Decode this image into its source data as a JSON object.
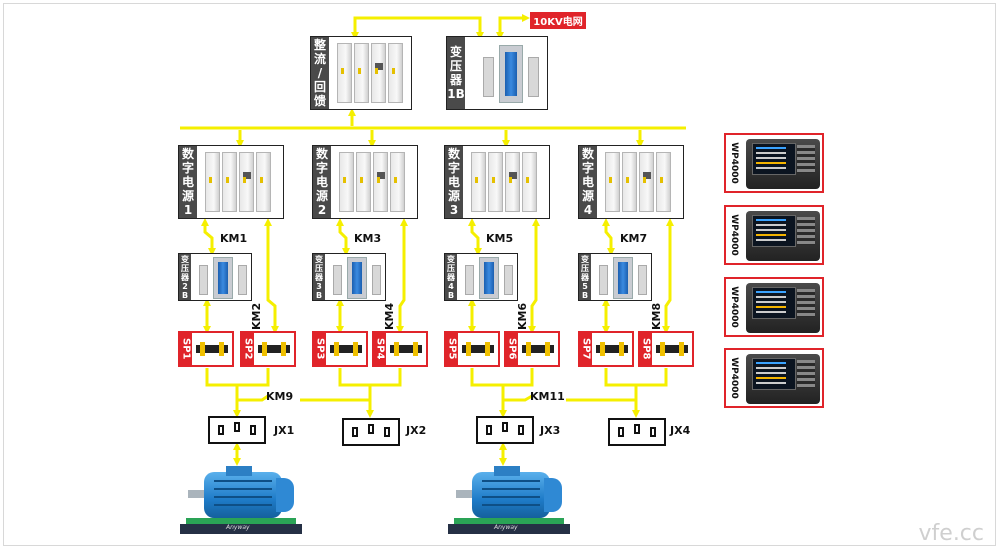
{
  "grid": {
    "label": "10KV电网"
  },
  "top": {
    "rectifier": {
      "label": "整\n流\n/\n回\n馈"
    },
    "transformer_1b": {
      "label": "变\n压\n器\n1B"
    }
  },
  "power_sources": [
    {
      "label": "数\n字\n电\n源\n1"
    },
    {
      "label": "数\n字\n电\n源\n2"
    },
    {
      "label": "数\n字\n电\n源\n3"
    },
    {
      "label": "数\n字\n电\n源\n4"
    }
  ],
  "transformers": [
    {
      "label": "变\n压\n器\n2\nB"
    },
    {
      "label": "变\n压\n器\n3\nB"
    },
    {
      "label": "变\n压\n器\n4\nB"
    },
    {
      "label": "变\n压\n器\n5\nB"
    }
  ],
  "contactors": [
    "KM1",
    "KM2",
    "KM3",
    "KM4",
    "KM5",
    "KM6",
    "KM7",
    "KM8",
    "KM9",
    "KM11"
  ],
  "sensors": [
    "SP1",
    "SP2",
    "SP3",
    "SP4",
    "SP5",
    "SP6",
    "SP7",
    "SP8"
  ],
  "junctions": [
    "JX1",
    "JX2",
    "JX3",
    "JX4"
  ],
  "analyzers": [
    "WP4000",
    "WP4000",
    "WP4000",
    "WP4000"
  ],
  "motor_brand": "Anyway",
  "watermark": "vfe.cc",
  "colors": {
    "wire": "#f5ef00",
    "accent": "#e0242a",
    "label_bg": "#4a4a4a",
    "motor": "#1e7bc8"
  }
}
